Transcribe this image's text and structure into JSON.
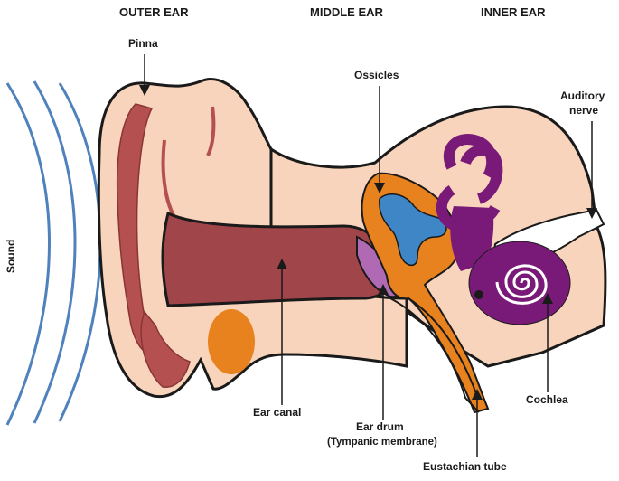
{
  "headings": {
    "outer": "OUTER EAR",
    "middle": "MIDDLE EAR",
    "inner": "INNER EAR"
  },
  "labels": {
    "sound": "Sound",
    "pinna": "Pinna",
    "ossicles": "Ossicles",
    "auditory_nerve_line1": "Auditory",
    "auditory_nerve_line2": "nerve",
    "ear_canal": "Ear canal",
    "ear_drum_line1": "Ear drum",
    "ear_drum_line2": "(Tympanic membrane)",
    "cochlea": "Cochlea",
    "eustachian_tube": "Eustachian tube"
  },
  "colors": {
    "skin": "#f7d4bb",
    "canal": "#a0454a",
    "cartilage": "#b4504f",
    "ossicles": "#e8821e",
    "ossicle_inner": "#3f86c6",
    "ear_drum": "#b06ab3",
    "cochlea": "#7a1a78",
    "nerve": "#ffffff",
    "sound_waves": "#4f81bd",
    "outline": "#1a1a1a"
  }
}
